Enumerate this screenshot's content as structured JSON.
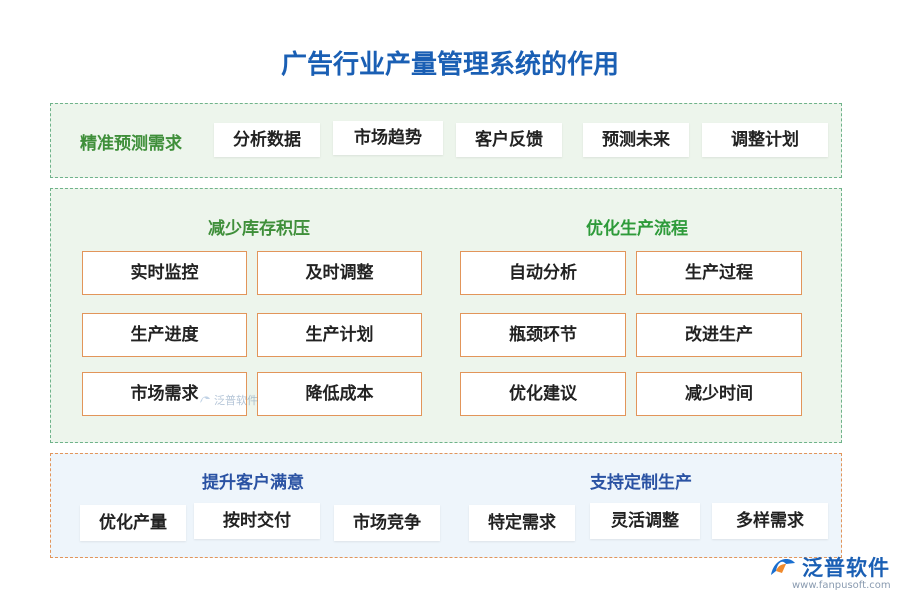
{
  "title": "广告行业产量管理系统的作用",
  "section1": {
    "label": "精准预测需求",
    "items": [
      "分析数据",
      "市场趋势",
      "客户反馈",
      "预测未来",
      "调整计划"
    ]
  },
  "section2": {
    "left": {
      "label": "减少库存积压",
      "items": [
        "实时监控",
        "及时调整",
        "生产进度",
        "生产计划",
        "市场需求",
        "降低成本"
      ]
    },
    "right": {
      "label": "优化生产流程",
      "items": [
        "自动分析",
        "生产过程",
        "瓶颈环节",
        "改进生产",
        "优化建议",
        "减少时间"
      ]
    }
  },
  "section3": {
    "left": {
      "label": "提升客户满意",
      "items": [
        "优化产量",
        "按时交付",
        "市场竞争"
      ]
    },
    "right": {
      "label": "支持定制生产",
      "items": [
        "特定需求",
        "灵活调整",
        "多样需求"
      ]
    }
  },
  "watermark": {
    "text": "泛普软件"
  },
  "logo": {
    "name": "泛普软件",
    "url": "www.fanpusoft.com"
  },
  "colors": {
    "title": "#1a5fb4",
    "green_label": "#3f8f3a",
    "blue_label": "#2a52a3",
    "border_orange": "#e2955a",
    "border_green": "#6fb38a"
  }
}
